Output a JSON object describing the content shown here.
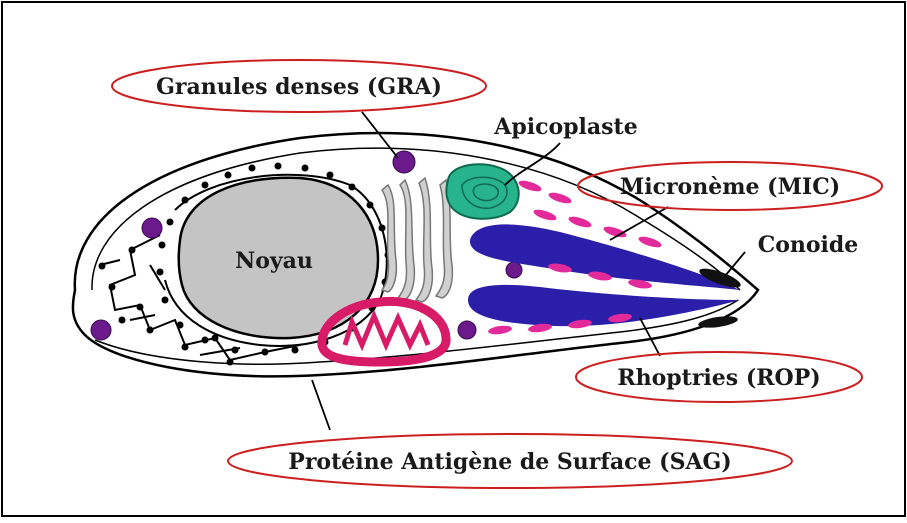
{
  "labels": {
    "granules": "Granules denses (GRA)",
    "apicoplaste": "Apicoplaste",
    "microneme": "Micronème (MIC)",
    "conoide": "Conoide",
    "noyau": "Noyau",
    "rhoptries": "Rhoptries (ROP)",
    "sag": "Protéine Antigène de Surface (SAG)"
  },
  "colors": {
    "frame": "#000000",
    "callout_ring": "#cc2020",
    "nucleus": "#c4c4c4",
    "apicoplast": "#27b48c",
    "microneme": "#e22a9a",
    "rhoptry": "#2b1ea8",
    "dense_granule": "#6a1a8a",
    "mitochondrion": "#d81b66",
    "golgi": "#d0d0d0",
    "conoid": "#111111"
  }
}
